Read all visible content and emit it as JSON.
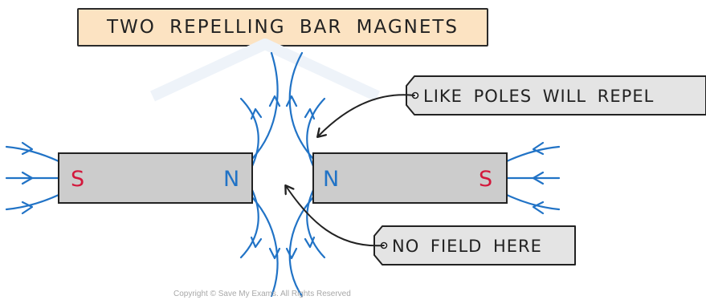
{
  "title": "TWO REPELLING BAR MAGNETS",
  "magnets": {
    "left": {
      "left_pole": "S",
      "right_pole": "N"
    },
    "right": {
      "left_pole": "N",
      "right_pole": "S"
    }
  },
  "callouts": {
    "like_poles": "LIKE POLES WILL REPEL",
    "no_field": "NO FIELD HERE"
  },
  "copyright": "Copyright © Save My Exams. All Rights Reserved",
  "colors": {
    "magnet_fill": "#cccccc",
    "field_lines": "#2173c6",
    "south_pole": "#d3183c",
    "north_pole": "#2173c6",
    "title_background": "#fce3c2",
    "tag_background": "#e4e4e4"
  }
}
